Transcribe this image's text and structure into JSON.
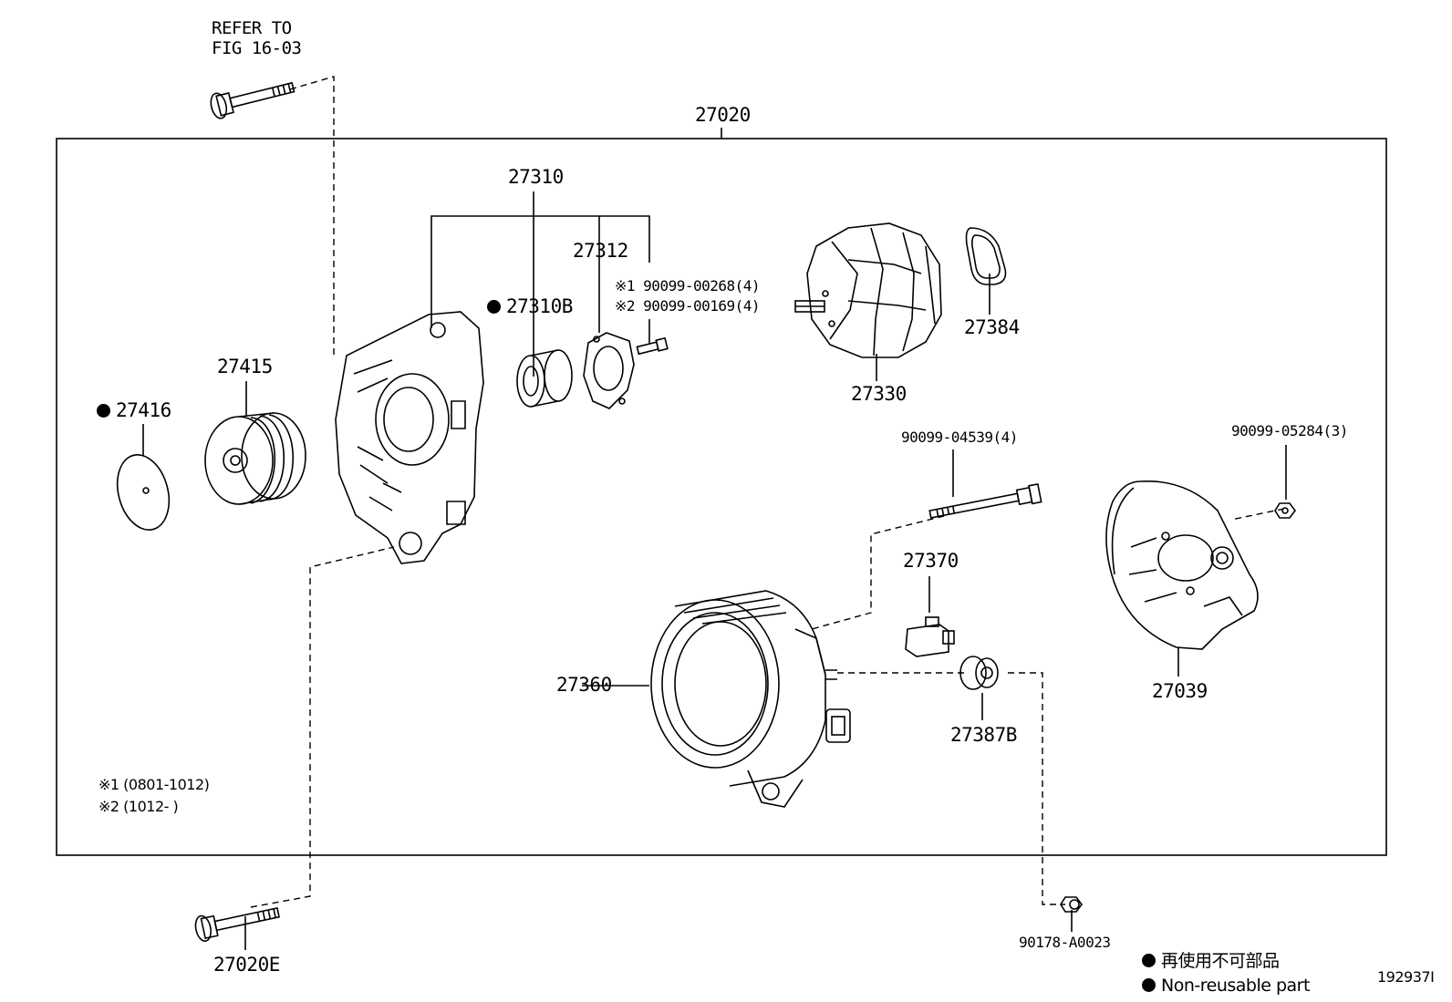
{
  "refer": {
    "line1": "REFER TO",
    "line2": "FIG 16-03"
  },
  "parts": {
    "p27020": "27020",
    "p27310": "27310",
    "p27312": "27312",
    "p27310B": "27310B",
    "p27415": "27415",
    "p27416": "27416",
    "p27330": "27330",
    "p27384": "27384",
    "p90099_00268": "※1 90099-00268(4)",
    "p90099_00169": "※2 90099-00169(4)",
    "p90099_04539": "90099-04539(4)",
    "p90099_05284": "90099-05284(3)",
    "p27370": "27370",
    "p27360": "27360",
    "p27387B": "27387B",
    "p27039": "27039",
    "p90178_A0023": "90178-A0023",
    "p27020E": "27020E"
  },
  "notes": {
    "n1": "※1 (0801-1012)",
    "n2": "※2 (1012-      )"
  },
  "legend": {
    "jp": "再使用不可部品",
    "en": "Non-reusable part"
  },
  "figure_id": "192937I"
}
